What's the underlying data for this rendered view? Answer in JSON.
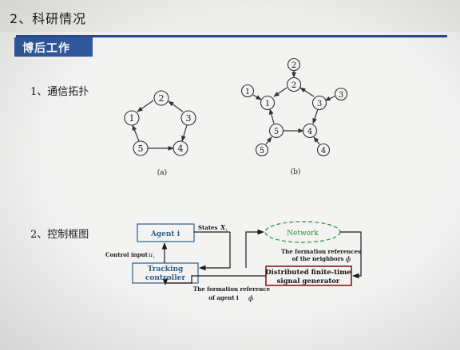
{
  "header": {
    "title": "2、科研情况",
    "banner": "博后工作"
  },
  "section1": {
    "label": "1、通信拓扑"
  },
  "section2": {
    "label": "2、控制框图"
  },
  "graph_a": {
    "caption": "(a)",
    "nodes": [
      "1",
      "2",
      "3",
      "4",
      "5"
    ]
  },
  "graph_b": {
    "caption": "(b)",
    "nodes": [
      "1",
      "2",
      "3",
      "4",
      "5"
    ],
    "leaders": [
      "1",
      "2",
      "3",
      "4",
      "5"
    ]
  },
  "diagram": {
    "agent_label": "Agent i",
    "states_label": "States",
    "states_symbol": "X",
    "states_sub": "i",
    "control_input_label": "Control input",
    "control_symbol": "u",
    "control_sub": "i",
    "tracking_line1": "Tracking",
    "tracking_line2": "controller",
    "network_label": "Network",
    "neighbors_line1": "The  formation references",
    "neighbors_line2": "of the neighbors",
    "phi": "ϕ",
    "generator_line1": "Distributed finite-time",
    "generator_line2": "signal generator",
    "agent_ref_line1": "The formation reference",
    "agent_ref_line2": "of agent i"
  },
  "colors": {
    "banner": "#2f5a9e",
    "rule": "#2d4a8c",
    "network_green": "#2e8b3a",
    "generator_border": "#8b1a1a"
  }
}
